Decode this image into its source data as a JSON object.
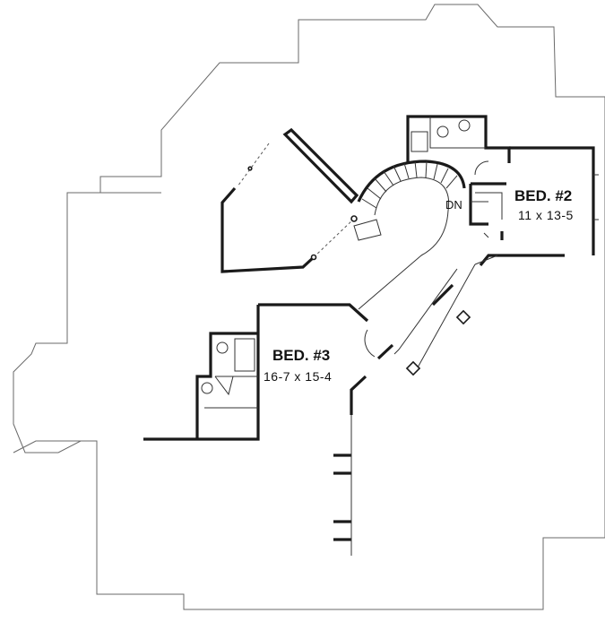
{
  "rooms": [
    {
      "name": "BED. #2",
      "dims": "11 x 13-5"
    },
    {
      "name": "BED. #3",
      "dims": "16-7 x 15-4"
    }
  ],
  "stair_label": "DN"
}
